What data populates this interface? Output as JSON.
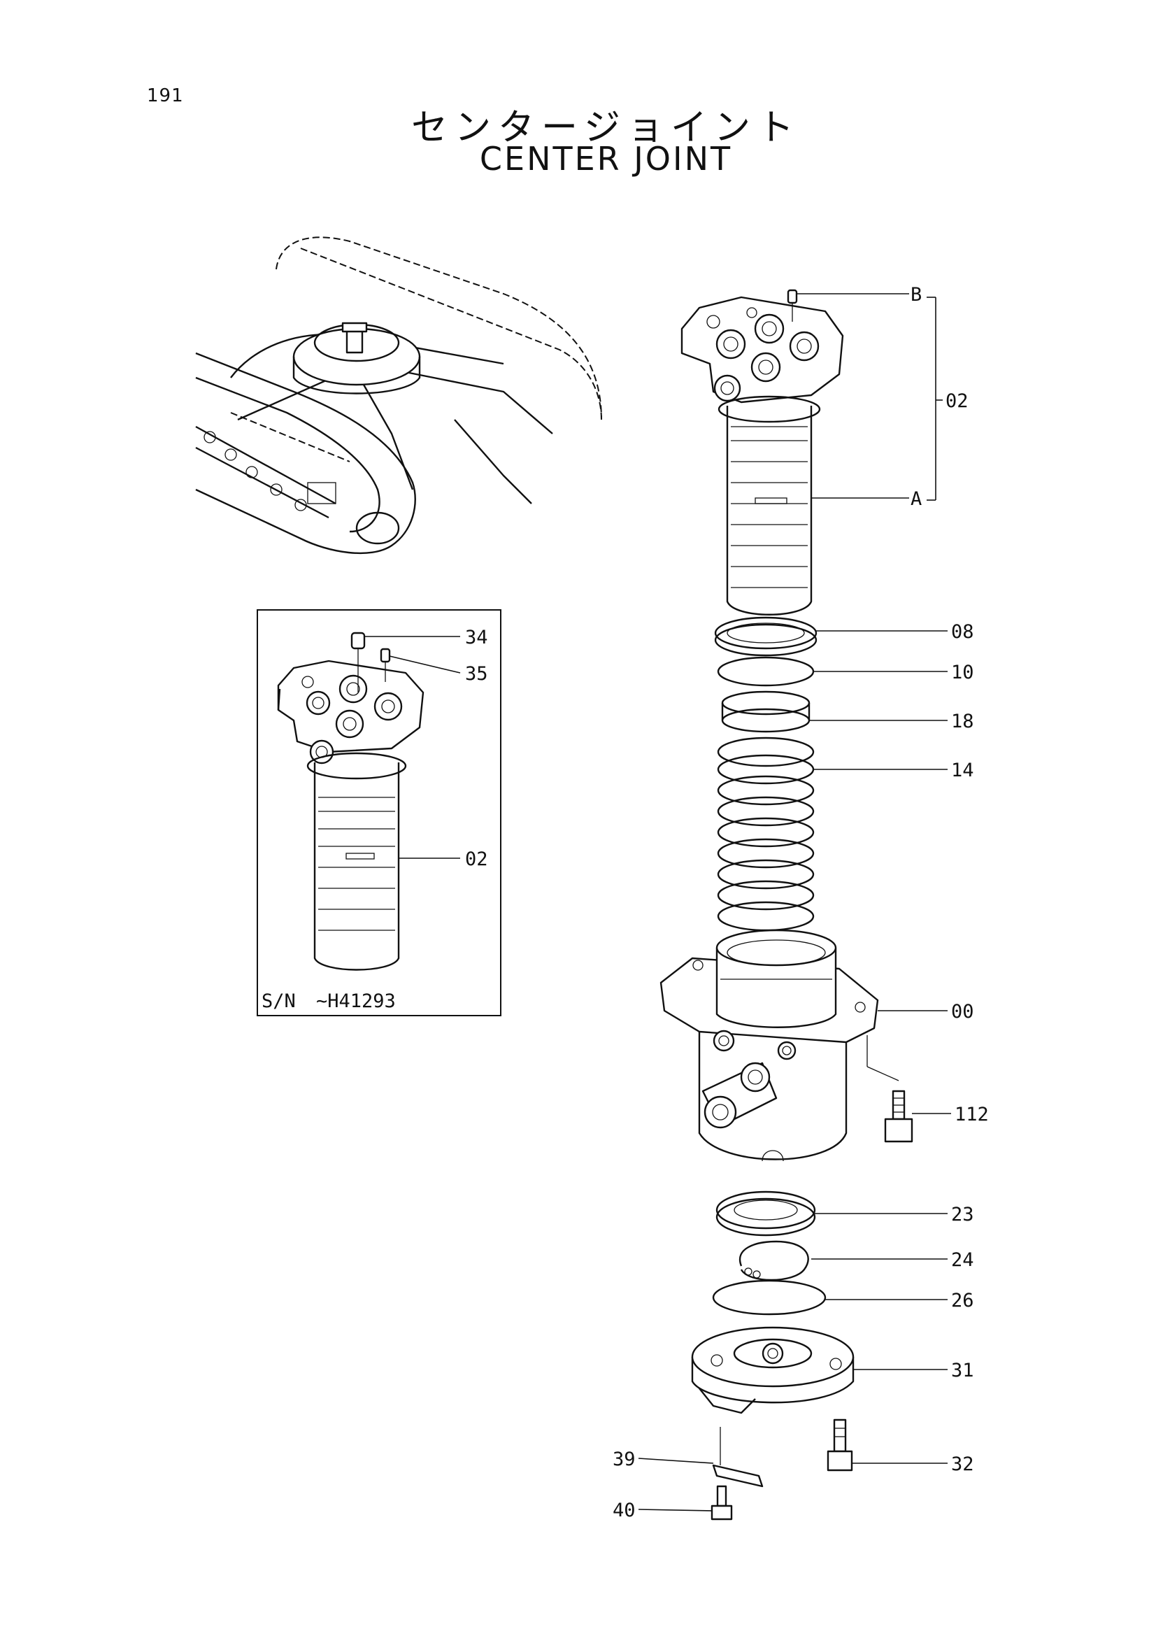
{
  "page_number": "191",
  "title_jp": "センタージョイント",
  "title_en": "CENTER JOINT",
  "inset": {
    "serial_prefix": "S/N",
    "serial_range": "~H41293"
  },
  "callouts": {
    "b": "B",
    "a": "A",
    "c02_main": "02",
    "c08": "08",
    "c10": "10",
    "c18": "18",
    "c14": "14",
    "c00": "00",
    "c112": "112",
    "c23": "23",
    "c24": "24",
    "c26": "26",
    "c31": "31",
    "c39": "39",
    "c32": "32",
    "c40": "40",
    "c34": "34",
    "c35": "35",
    "c02_inset": "02"
  }
}
